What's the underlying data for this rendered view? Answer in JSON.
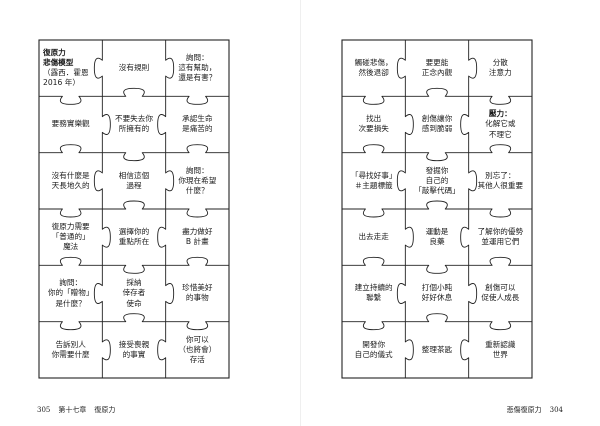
{
  "left_page": {
    "cells": [
      {
        "title": "復原力\n悲傷模型",
        "text": "（露西．霍恩\n2016 年）"
      },
      {
        "text": "沒有規則"
      },
      {
        "text": "詢問：\n這有幫助，\n還是有害？"
      },
      {
        "text": "要務實樂觀"
      },
      {
        "text": "不要失去你\n所擁有的"
      },
      {
        "text": "承認生命\n是痛苦的"
      },
      {
        "text": "沒有什麼是\n天長地久的"
      },
      {
        "text": "相信這個\n過程"
      },
      {
        "text": "詢問：\n你現在希望\n什麼？"
      },
      {
        "text": "復原力需要\n「普通的」\n魔法"
      },
      {
        "text": "選擇你的\n重點所在"
      },
      {
        "text": "盡力做好\nB 計畫"
      },
      {
        "text": "詢問：\n你的「贈物」\n是什麼？"
      },
      {
        "text": "採納\n倖存者\n使命"
      },
      {
        "text": "珍惜美好\n的事物"
      },
      {
        "text": "告訴別人\n你需要什麼"
      },
      {
        "text": "接受喪親\n的事實"
      },
      {
        "text": "你可以\n（也將會）\n存活"
      }
    ],
    "footer": {
      "page_number": "305",
      "chapter": "第十七章",
      "chapter_title": "復原力"
    }
  },
  "right_page": {
    "cells": [
      {
        "text": "觸碰悲傷，\n然後退卻"
      },
      {
        "text": "要更能\n正念內觀"
      },
      {
        "text": "分散\n注意力"
      },
      {
        "text": "找出\n次要損失"
      },
      {
        "text": "創傷讓你\n感到脆弱"
      },
      {
        "title": "壓力：",
        "text": "\n化解它或\n不理它"
      },
      {
        "text": "「尋找好事」\n＃主題標籤"
      },
      {
        "text": "發掘你\n自己的\n「敲擊代碼」"
      },
      {
        "text": "別忘了：\n其他人很重要"
      },
      {
        "text": "出去走走"
      },
      {
        "text": "運動是\n良藥"
      },
      {
        "text": "了解你的優勢\n並運用它們"
      },
      {
        "text": "建立持續的\n聯繫"
      },
      {
        "text": "打個小盹\n好好休息"
      },
      {
        "text": "創傷可以\n促使人成長"
      },
      {
        "text": "開發你\n自己的儀式"
      },
      {
        "text": "整理茶匙"
      },
      {
        "text": "重新認識\n世界"
      }
    ],
    "footer": {
      "running_title": "悲傷復原力",
      "page_number": "304"
    }
  }
}
